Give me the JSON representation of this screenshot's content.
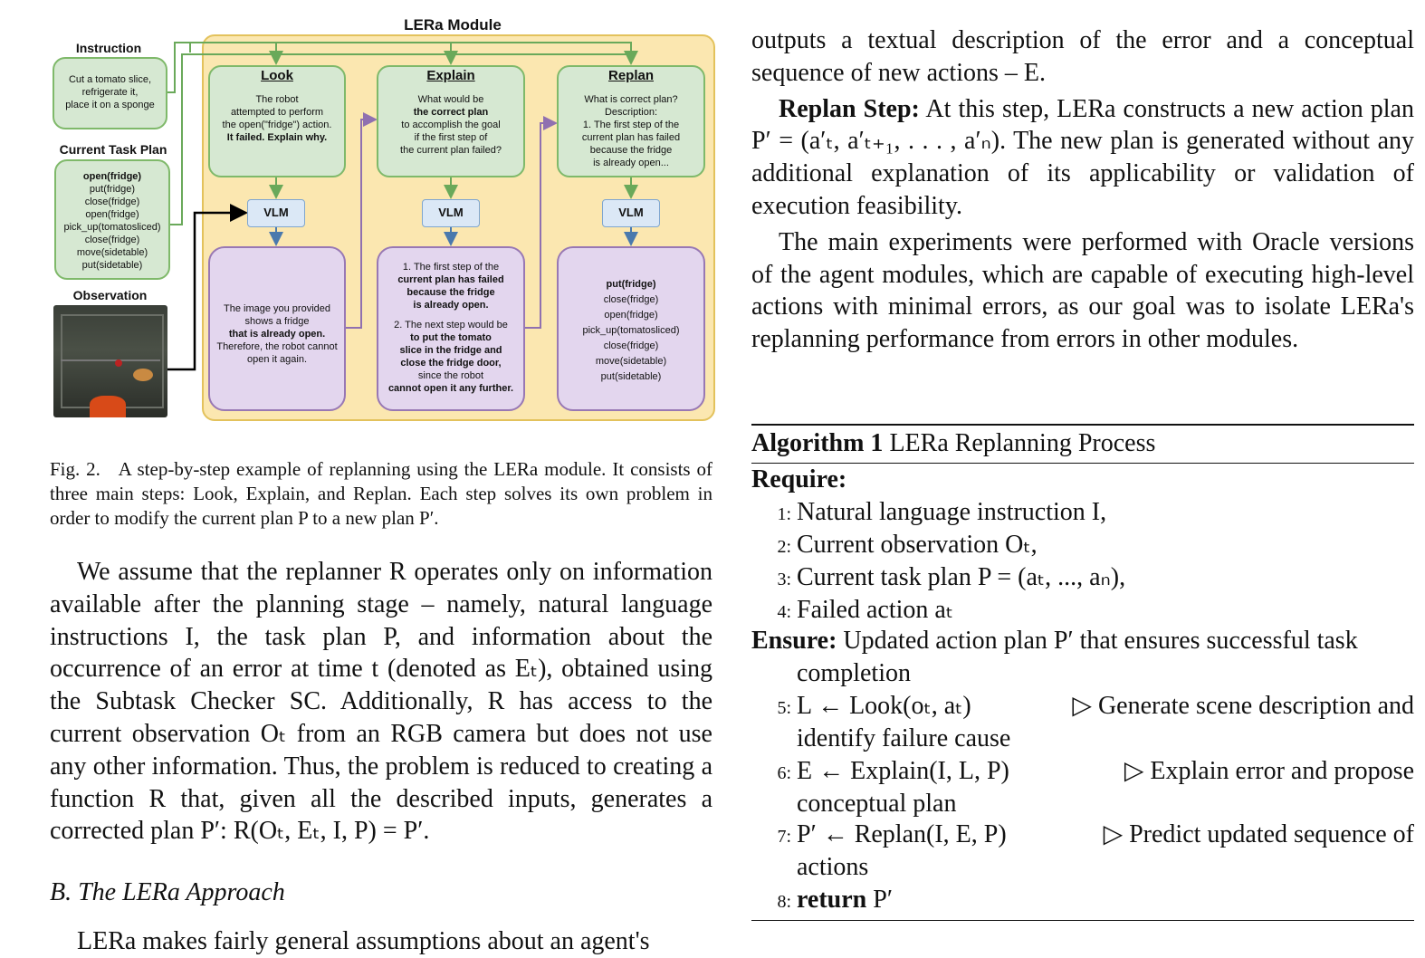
{
  "figure": {
    "module_title": "LERa Module",
    "instruction_label": "Instruction",
    "instruction_text": [
      "Cut a tomato slice,",
      "refrigerate it,",
      "place it on a sponge"
    ],
    "task_plan_label": "Current Task Plan",
    "task_plan": [
      "open(fridge)",
      "put(fridge)",
      "close(fridge)",
      "open(fridge)",
      "pick_up(tomatosliced)",
      "close(fridge)",
      "move(sidetable)",
      "put(sidetable)"
    ],
    "observation_label": "Observation",
    "vlm_label": "VLM",
    "look": {
      "title": "Look",
      "prompt": [
        "The robot",
        "attempted to perform",
        "the open(\"fridge\") action.",
        "It failed. Explain why."
      ],
      "output": [
        "The image you provided",
        "shows a fridge",
        "that is already open.",
        "Therefore, the robot cannot",
        "open it again."
      ]
    },
    "explain": {
      "title": "Explain",
      "prompt": [
        "What would be",
        "the correct plan",
        "to accomplish the goal",
        "if the first step of",
        "the current plan failed?"
      ],
      "output": [
        "1. The first step of the",
        "current plan has failed",
        "because the fridge",
        "is already open.",
        "2. The next step would be",
        "to put the tomato",
        "slice in the fridge and",
        "close the fridge door,",
        "since the robot",
        "cannot open it any further."
      ]
    },
    "replan": {
      "title": "Replan",
      "prompt": [
        "What is correct plan?",
        "Description:",
        "1. The first step of the",
        "current plan has failed",
        "because the fridge",
        "is already open..."
      ],
      "output": [
        "put(fridge)",
        "close(fridge)",
        "open(fridge)",
        "pick_up(tomatosliced)",
        "close(fridge)",
        "move(sidetable)",
        "put(sidetable)"
      ]
    }
  },
  "caption": {
    "label": "Fig. 2.",
    "text": "A step-by-step example of replanning using the LERa module. It consists of three main steps: Look, Explain, and Replan. Each step solves its own problem in order to modify the current plan P to a new plan P′."
  },
  "left_column": {
    "paragraph": "We assume that the replanner R operates only on information available after the planning stage – namely, natural language instructions I, the task plan P, and information about the occurrence of an error at time t (denoted as Eₜ), obtained using the Subtask Checker SC. Additionally, R has access to the current observation Oₜ from an RGB camera but does not use any other information. Thus, the problem is reduced to creating a function R that, given all the described inputs, generates a corrected plan P′: R(Oₜ, Eₜ, I, P) = P′.",
    "section_heading": "B. The LERa Approach",
    "next_line": "LERa makes fairly general assumptions about an agent's"
  },
  "right_column": {
    "para1": "outputs a textual description of the error and a conceptual sequence of new actions – E.",
    "replan_step_label": "Replan Step:",
    "replan_step_text": "At this step, LERa constructs a new action plan P′ = (a′ₜ, a′ₜ₊₁, . . . , a′ₙ). The new plan is generated without any additional explanation of its applicability or validation of execution feasibility.",
    "para3": "The main experiments were performed with Oracle versions of the agent modules, which are capable of executing high-level actions with minimal errors, as our goal was to isolate LERa's replanning performance from errors in other modules."
  },
  "algorithm": {
    "label": "Algorithm 1",
    "title": "LERa Replanning Process",
    "require": "Require:",
    "ensure": "Ensure:",
    "ensure_text": "Updated action plan P′ that ensures successful task",
    "ensure_cont": "completion",
    "lines": [
      {
        "num": "1:",
        "text": "Natural language instruction I,"
      },
      {
        "num": "2:",
        "text": "Current observation Oₜ,"
      },
      {
        "num": "3:",
        "text": "Current task plan P = (aₜ, ..., aₙ),"
      },
      {
        "num": "4:",
        "text": "Failed action aₜ"
      },
      {
        "num": "5:",
        "text": "L ← Look(oₜ, aₜ)",
        "comment": "▷ Generate scene description and",
        "cont": "identify failure cause"
      },
      {
        "num": "6:",
        "text": "E ← Explain(I, L, P)",
        "comment": "▷ Explain error and propose",
        "cont": "conceptual plan"
      },
      {
        "num": "7:",
        "text": "P′ ← Replan(I, E, P)",
        "comment": "▷ Predict updated sequence of",
        "cont": "actions"
      },
      {
        "num": "8:",
        "text": "P′",
        "keyword": "return"
      }
    ]
  }
}
